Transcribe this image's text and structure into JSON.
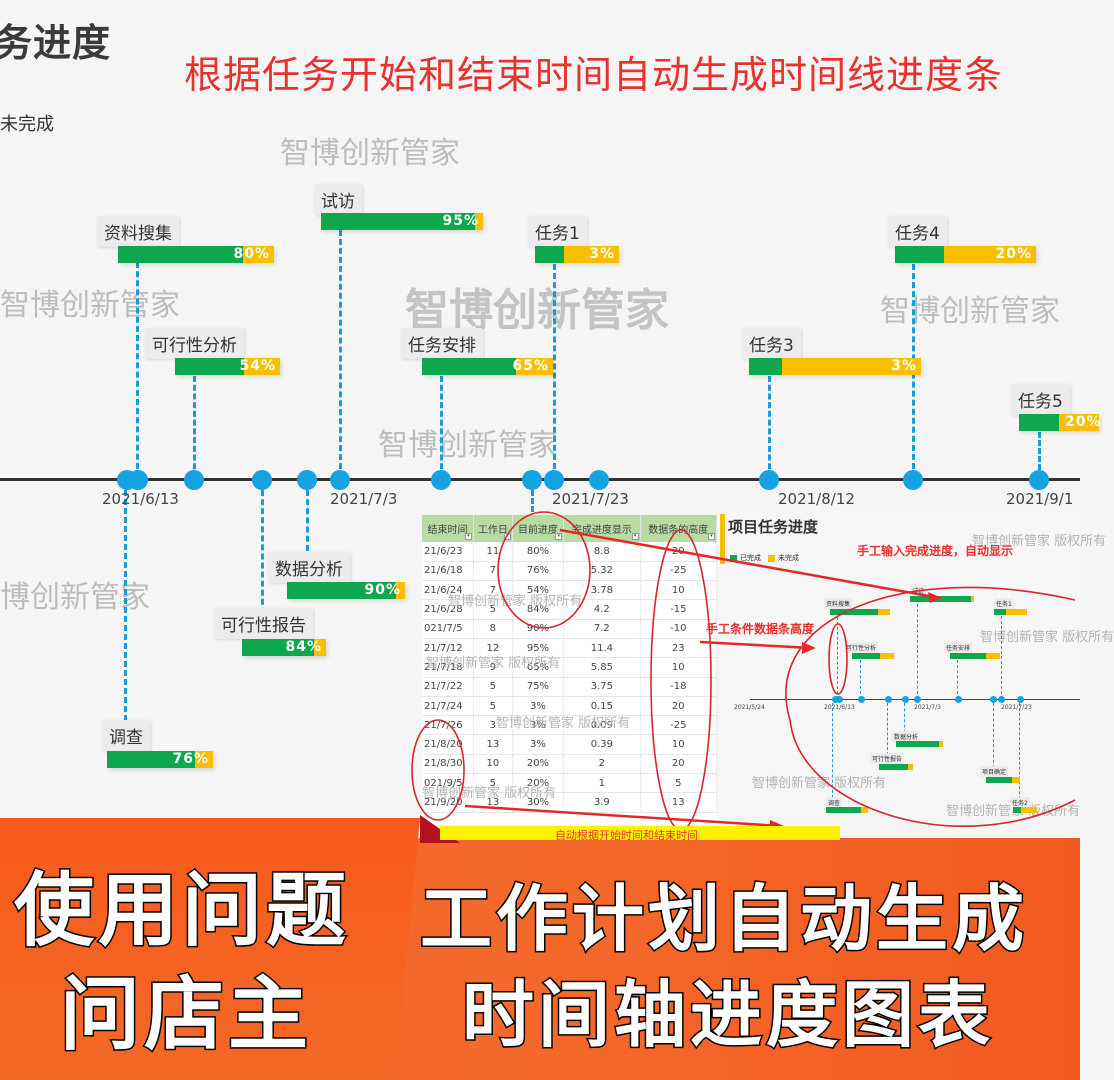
{
  "header": {
    "page_title_fragment": "务进度",
    "headline": "根据任务开始和结束时间自动生成时间线进度条",
    "legend_fragment": "未完成"
  },
  "watermark": {
    "text": "智博创新管家",
    "text_copyright": "智博创新管家 版权所有"
  },
  "colors": {
    "done": "#0ea74e",
    "todo": "#f8bf00",
    "axis_dot": "#14a3e0",
    "headline": "#e8322e",
    "banner": "#f35a1f"
  },
  "timeline": {
    "ticks": [
      "2021/6/13",
      "2021/7/3",
      "2021/7/23",
      "2021/8/12",
      "2021/9/1"
    ],
    "tasks_above": [
      {
        "name": "资料搜集",
        "percent": "80%",
        "progress": 80
      },
      {
        "name": "试访",
        "percent": "95%",
        "progress": 95
      },
      {
        "name": "任务1",
        "percent": "3%",
        "progress": 3
      },
      {
        "name": "任务4",
        "percent": "20%",
        "progress": 20
      },
      {
        "name": "可行性分析",
        "percent": "54%",
        "progress": 54
      },
      {
        "name": "任务安排",
        "percent": "65%",
        "progress": 65
      },
      {
        "name": "任务3",
        "percent": "3%",
        "progress": 3
      },
      {
        "name": "任务5",
        "percent": "20%",
        "progress": 20
      }
    ],
    "tasks_below": [
      {
        "name": "数据分析",
        "percent": "90%",
        "progress": 90
      },
      {
        "name": "可行性报告",
        "percent": "84%",
        "progress": 84
      },
      {
        "name": "调查",
        "percent": "76%",
        "progress": 76
      }
    ]
  },
  "sheet": {
    "columns": [
      "结束时间",
      "工作日",
      "目前进度",
      "完成进度显示",
      "数据条的高度"
    ],
    "rows": [
      [
        "21/6/23",
        "11",
        "80%",
        "8.8",
        "20"
      ],
      [
        "21/6/18",
        "7",
        "76%",
        "5.32",
        "-25"
      ],
      [
        "21/6/24",
        "7",
        "54%",
        "3.78",
        "10"
      ],
      [
        "21/6/28",
        "5",
        "84%",
        "4.2",
        "-15"
      ],
      [
        "021/7/5",
        "8",
        "90%",
        "7.2",
        "-10"
      ],
      [
        "21/7/12",
        "12",
        "95%",
        "11.4",
        "23"
      ],
      [
        "21/7/18",
        "9",
        "65%",
        "5.85",
        "10"
      ],
      [
        "21/7/22",
        "5",
        "75%",
        "3.75",
        "-18"
      ],
      [
        "21/7/24",
        "5",
        "3%",
        "0.15",
        "20"
      ],
      [
        "21/7/26",
        "3",
        "3%",
        "0.09",
        "-25"
      ],
      [
        "21/8/20",
        "13",
        "3%",
        "0.39",
        "10"
      ],
      [
        "21/8/30",
        "10",
        "20%",
        "2",
        "20"
      ],
      [
        "021/9/5",
        "5",
        "20%",
        "1",
        "5"
      ],
      [
        "21/9/20",
        "13",
        "30%",
        "3.9",
        "13"
      ]
    ]
  },
  "mini_chart": {
    "title": "项目任务进度",
    "legend": [
      "已完成",
      "未完成"
    ],
    "ticks": [
      "2021/5/24",
      "2021/6/13",
      "2021/7/3",
      "2021/7/23"
    ],
    "tasks": [
      {
        "name": "资料搜集",
        "percent": "80%"
      },
      {
        "name": "试访",
        "percent": "95%"
      },
      {
        "name": "任务1",
        "percent": "3%"
      },
      {
        "name": "可行性分析",
        "percent": "54%"
      },
      {
        "name": "任务安排",
        "percent": "65%"
      },
      {
        "name": "数据分析",
        "percent": "90%"
      },
      {
        "name": "可行性报告",
        "percent": "84%"
      },
      {
        "name": "项目确定",
        "percent": "75%"
      },
      {
        "name": "调查",
        "percent": "76%"
      },
      {
        "name": "任务2",
        "percent": "3%"
      }
    ]
  },
  "annotations": {
    "manual_progress": "手工输入完成进度，自动显示",
    "manual_height": "手工条件数据条高度",
    "auto_dates": "自动根据开始时间和结束时间"
  },
  "banner": {
    "left_line1": "使用问题",
    "left_line2": "问店主",
    "right_line1": "工作计划自动生成",
    "right_line2": "时间轴进度图表"
  }
}
